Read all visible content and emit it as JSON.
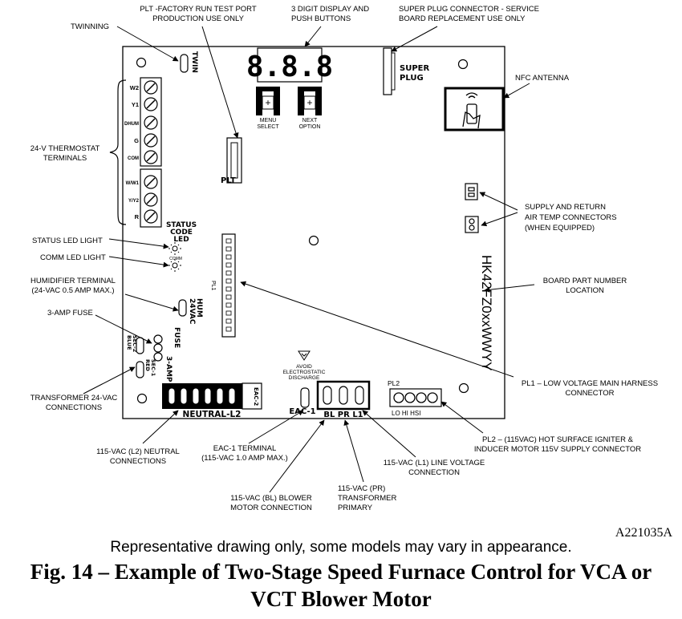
{
  "callouts": {
    "plt_test_port": [
      "PLT -FACTORY RUN TEST PORT",
      "PRODUCTION USE ONLY"
    ],
    "display_buttons": [
      "3 DIGIT DISPLAY  AND",
      "PUSH BUTTONS"
    ],
    "super_plug": [
      "SUPER PLUG CONNECTOR -  SERVICE",
      "BOARD REPLACEMENT USE ONLY"
    ],
    "twinning": "TWINNING",
    "nfc_antenna": "NFC ANTENNA",
    "thermostat_terminals": [
      "24-V THERMOSTAT",
      "TERMINALS"
    ],
    "air_temp": [
      "SUPPLY AND RETURN",
      "AIR TEMP CONNECTORS",
      "(WHEN EQUIPPED)"
    ],
    "status_led": "STATUS LED LIGHT",
    "comm_led": "COMM LED LIGHT",
    "board_part_number": [
      "BOARD PART NUMBER",
      "LOCATION"
    ],
    "humidifier": [
      "HUMIDIFIER TERMINAL",
      "(24-VAC 0.5 AMP MAX.)"
    ],
    "fuse": "3-AMP FUSE",
    "transformer": [
      "TRANSFORMER 24-VAC",
      "CONNECTIONS"
    ],
    "pl1": [
      "PL1 – LOW VOLTAGE MAIN HARNESS",
      "CONNECTOR"
    ],
    "pl2": [
      "PL2 – (115VAC) HOT SURFACE IGNITER &",
      "INDUCER MOTOR 115V SUPPLY CONNECTOR"
    ],
    "neutral": [
      "115-VAC (L2) NEUTRAL",
      "CONNECTIONS"
    ],
    "eac": [
      "EAC-1 TERMINAL",
      "(115-VAC 1.0 AMP MAX.)"
    ],
    "line_voltage": [
      "115-VAC (L1) LINE VOLTAGE",
      "CONNECTION"
    ],
    "blower": [
      "115-VAC (BL) BLOWER",
      "MOTOR CONNECTION"
    ],
    "transformer_primary": [
      "115-VAC (PR)",
      "TRANSFORMER",
      "PRIMARY"
    ]
  },
  "board": {
    "twin": "TWIN",
    "display": "8.8.8",
    "menu_select": [
      "MENU",
      "SELECT"
    ],
    "next_option": [
      "NEXT",
      "OPTION"
    ],
    "super_plug": [
      "SUPER",
      "PLUG"
    ],
    "terminals": [
      "W2",
      "Y1",
      "DHUM",
      "G",
      "COM",
      "W/W1",
      "Y/Y2",
      "R"
    ],
    "status_code_led": [
      "STATUS",
      "CODE",
      "LED"
    ],
    "comm": "COMM",
    "plt": "PLT",
    "pl1": "PL1",
    "part_number": "HK42FZ0xxWWYY",
    "hum": [
      "HUM",
      "24VAC"
    ],
    "fuse": [
      "FUSE",
      "3-AMP"
    ],
    "sec2": [
      "SEC-2",
      "BLUE"
    ],
    "sec1": [
      "SEC-1",
      "RED"
    ],
    "eac2": "EAC-2",
    "neutral_l2": "NEUTRAL-L2",
    "avoid": [
      "AVOID",
      "ELECTROSTATIC",
      "DISCHARGE"
    ],
    "eac1": "EAC-1",
    "bl_pr_l1": "BL  PR  L1",
    "pl2": "PL2",
    "lo_hi_hsi": "LO  HI HSI"
  },
  "figure_id": "A221035A",
  "disclaimer": "Representative drawing only, some models may vary in appearance.",
  "title_lines": [
    "Fig. 14 – Example of Two-Stage Speed Furnace Control for VCA or",
    "VCT Blower Motor"
  ]
}
